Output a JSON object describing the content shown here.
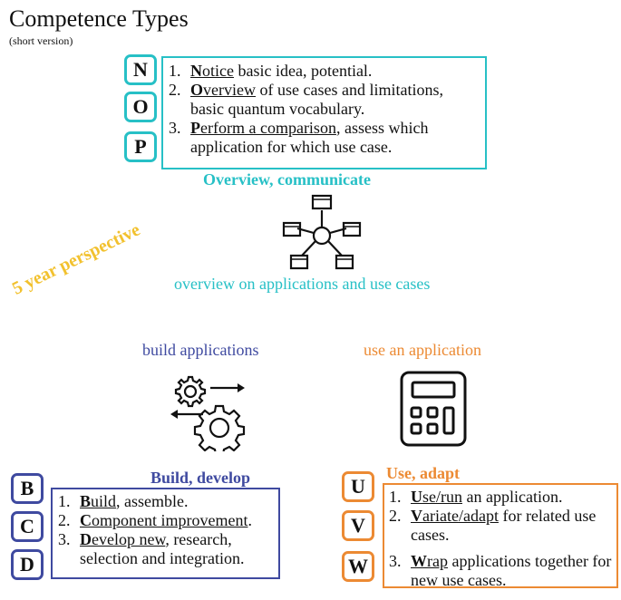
{
  "title": "Competence Types",
  "subtitle": "(short version)",
  "perspective": "5 year perspective",
  "colors": {
    "teal": "#27c0c6",
    "blue": "#3f4aa0",
    "orange": "#ec8a33",
    "yellow": "#f2c12e"
  },
  "overview": {
    "letters": [
      "N",
      "O",
      "P"
    ],
    "items": [
      {
        "num": "1.",
        "key": "N",
        "ul_rest": "otice",
        "rest": " basic idea, potential."
      },
      {
        "num": "2.",
        "key": "O",
        "ul_rest": "verview",
        "rest": " of use cases and limitations, basic quantum vocabulary."
      },
      {
        "num": "3.",
        "key": "P",
        "ul_rest": "erform a comparison",
        "rest": ", assess which application for which use case."
      }
    ],
    "heading": "Overview, communicate",
    "icon": "network-hub-icon",
    "caption": "overview on applications and use cases"
  },
  "build": {
    "caption": "build applications",
    "icon": "gears-icon",
    "heading": "Build, develop",
    "letters": [
      "B",
      "C",
      "D"
    ],
    "items": [
      {
        "num": "1.",
        "key": "B",
        "ul_rest": "uild",
        "rest": ", assemble."
      },
      {
        "num": "2.",
        "key": "C",
        "ul_rest": "omponent improvement",
        "rest": "."
      },
      {
        "num": "3.",
        "key": "D",
        "ul_rest": "evelop new",
        "rest": ", research, selection and integration."
      }
    ]
  },
  "use": {
    "caption": "use an application",
    "icon": "calculator-icon",
    "heading": "Use, adapt",
    "letters": [
      "U",
      "V",
      "W"
    ],
    "items": [
      {
        "num": "1.",
        "key": "U",
        "ul_rest": "se/run",
        "rest": " an application."
      },
      {
        "num": "2.",
        "key": "V",
        "ul_rest": "ariate/adapt",
        "rest": " for related use cases."
      },
      {
        "num": "3.",
        "key": "W",
        "ul_rest": "rap",
        "rest": " applications together for new use cases."
      }
    ]
  }
}
